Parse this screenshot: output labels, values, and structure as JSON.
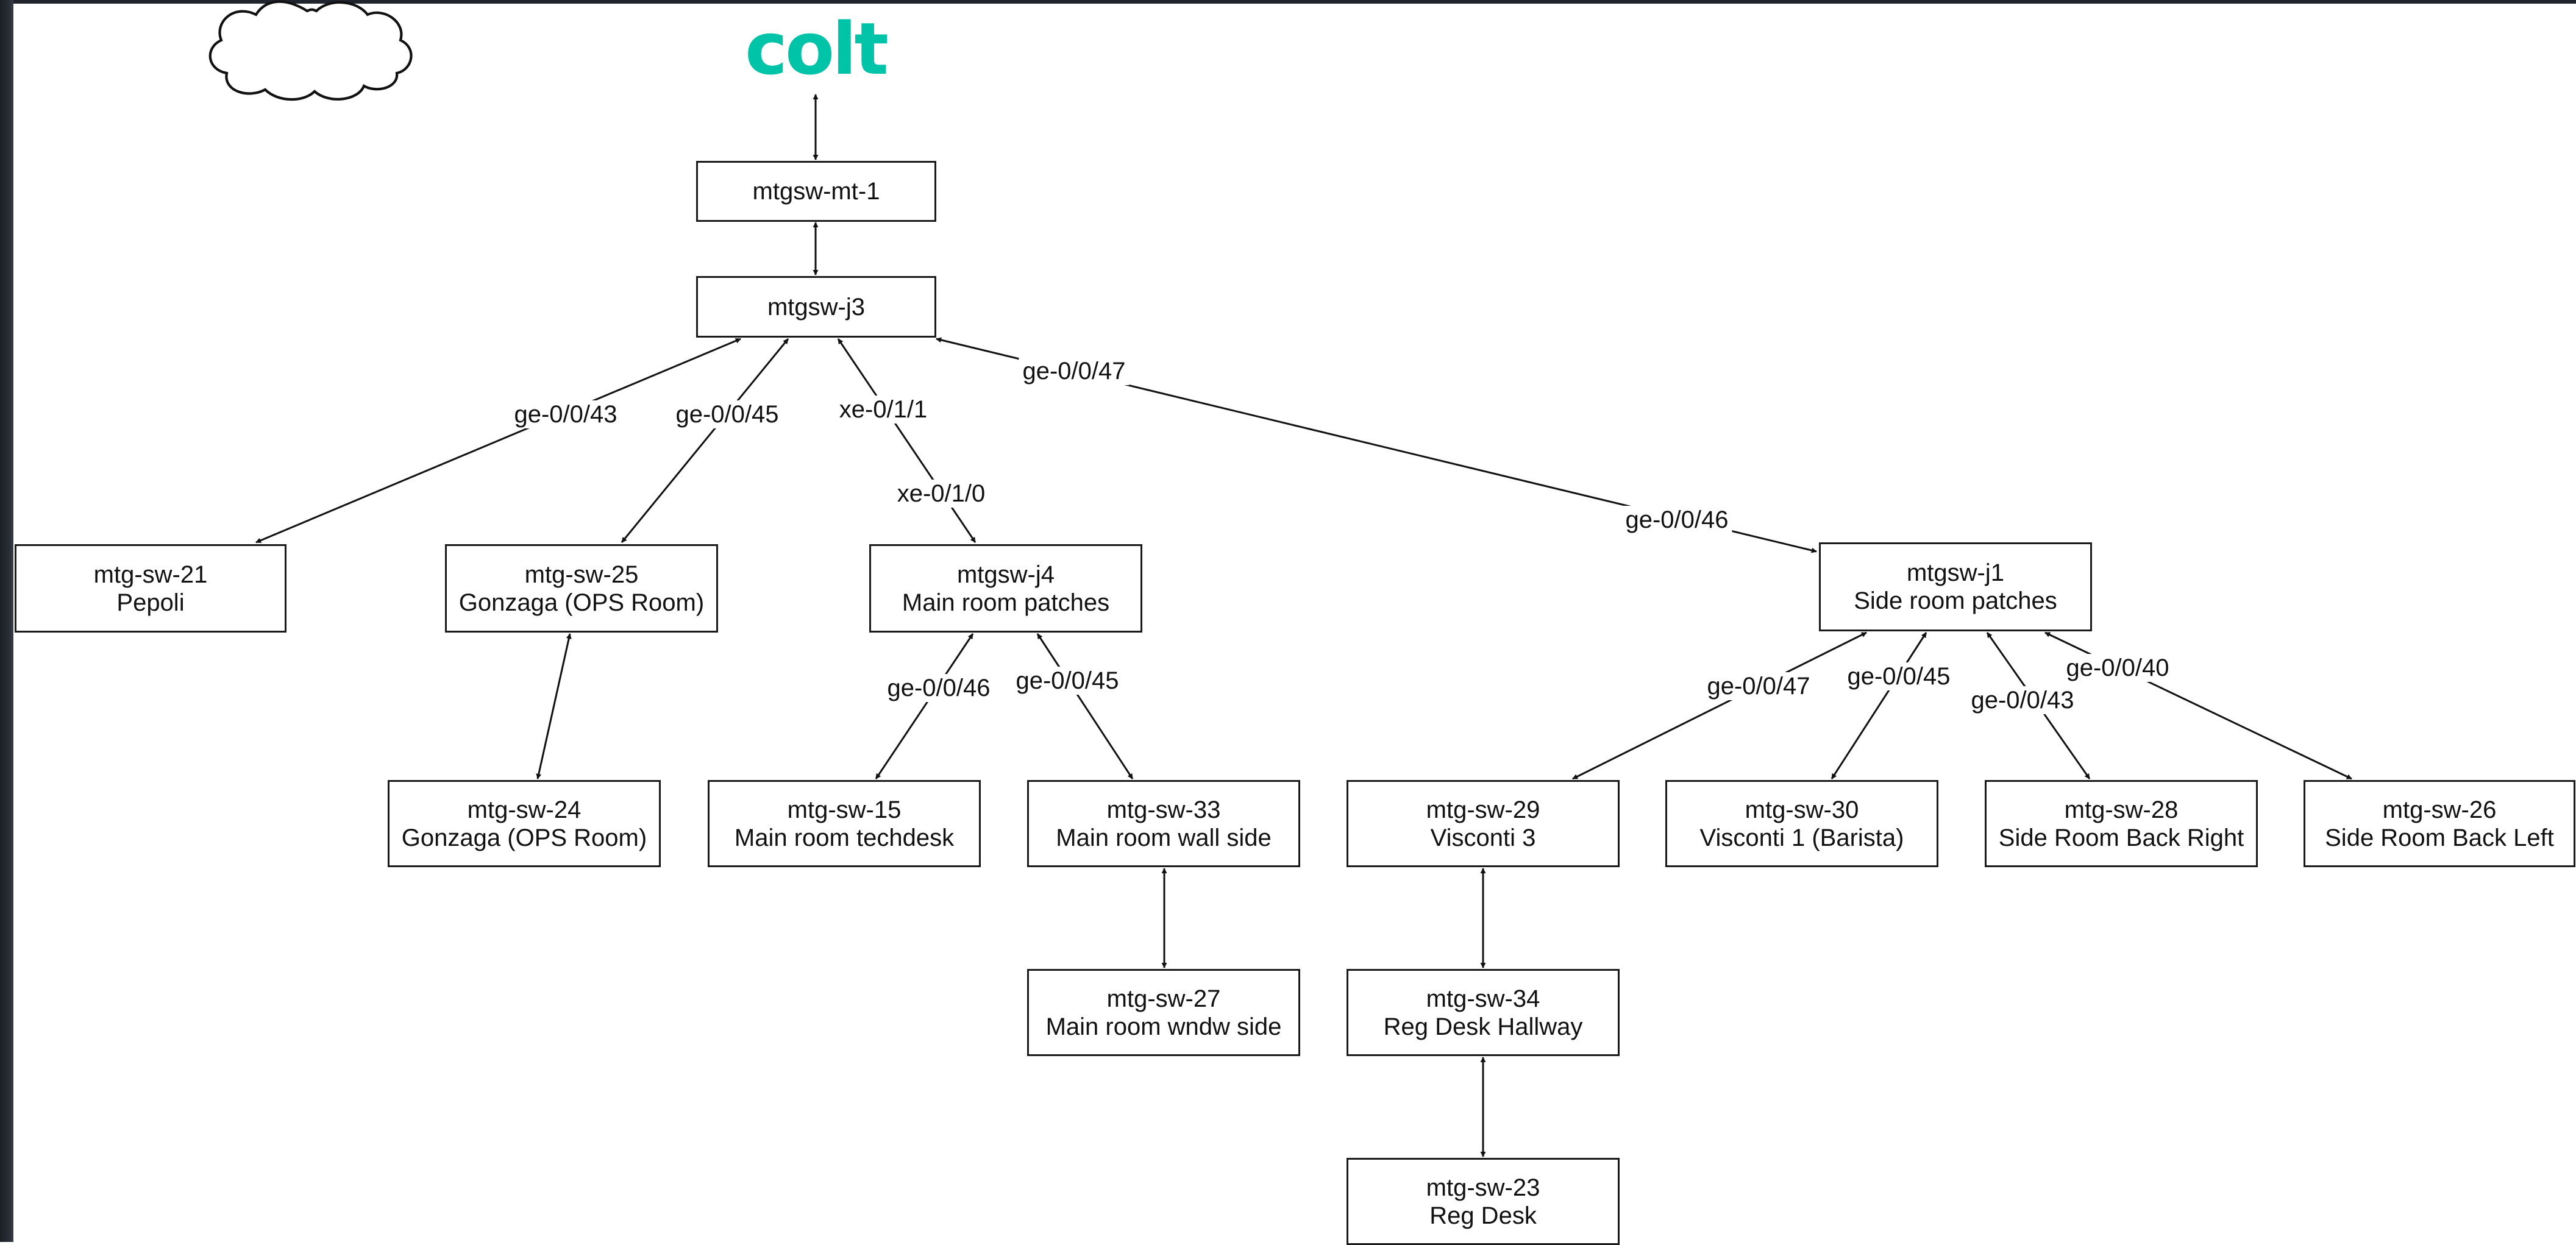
{
  "logo": {
    "text": "colt",
    "color": "#00c4a8"
  },
  "nodes": {
    "mt1": {
      "line1": "mtgsw-mt-1"
    },
    "j3": {
      "line1": "mtgsw-j3"
    },
    "sw21": {
      "line1": "mtg-sw-21",
      "line2": "Pepoli"
    },
    "sw25": {
      "line1": "mtg-sw-25",
      "line2": "Gonzaga (OPS Room)"
    },
    "j4": {
      "line1": "mtgsw-j4",
      "line2": "Main room patches"
    },
    "j1": {
      "line1": "mtgsw-j1",
      "line2": "Side room patches"
    },
    "sw24": {
      "line1": "mtg-sw-24",
      "line2": "Gonzaga (OPS Room)"
    },
    "sw15": {
      "line1": "mtg-sw-15",
      "line2": "Main room techdesk"
    },
    "sw33": {
      "line1": "mtg-sw-33",
      "line2": "Main room wall side"
    },
    "sw29": {
      "line1": "mtg-sw-29",
      "line2": "Visconti 3"
    },
    "sw30": {
      "line1": "mtg-sw-30",
      "line2": "Visconti 1 (Barista)"
    },
    "sw28": {
      "line1": "mtg-sw-28",
      "line2": "Side Room Back Right"
    },
    "sw26": {
      "line1": "mtg-sw-26",
      "line2": "Side Room Back Left"
    },
    "sw27": {
      "line1": "mtg-sw-27",
      "line2": "Main room wndw side"
    },
    "sw34": {
      "line1": "mtg-sw-34",
      "line2": "Reg Desk Hallway"
    },
    "sw23": {
      "line1": "mtg-sw-23",
      "line2": "Reg Desk"
    }
  },
  "edge_labels": {
    "j3_sw21": "ge-0/0/43",
    "j3_sw25": "ge-0/0/45",
    "j3_j4_top": "xe-0/1/1",
    "j3_j4_bottom": "xe-0/1/0",
    "j3_j1_top": "ge-0/0/47",
    "j3_j1_bottom": "ge-0/0/46",
    "j4_sw15": "ge-0/0/46",
    "j4_sw33": "ge-0/0/45",
    "j1_sw29": "ge-0/0/47",
    "j1_sw30": "ge-0/0/45",
    "j1_sw28": "ge-0/0/43",
    "j1_sw26": "ge-0/0/40"
  }
}
